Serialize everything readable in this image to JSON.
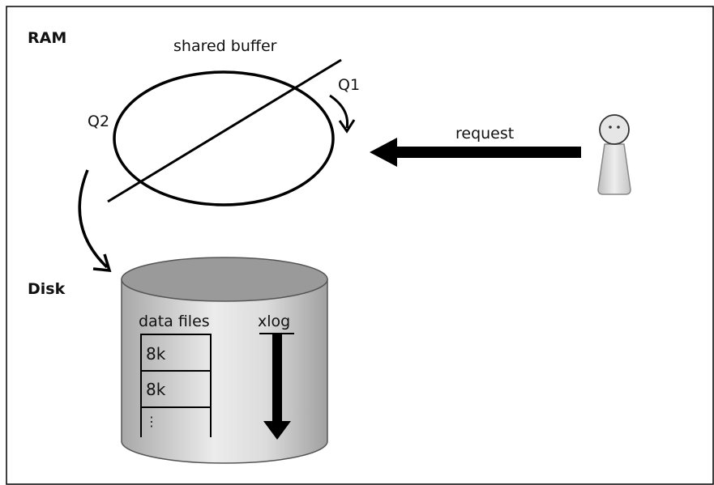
{
  "regions": {
    "ram_label": "RAM",
    "disk_label": "Disk"
  },
  "buffer": {
    "label": "shared buffer",
    "q1_label": "Q1",
    "q2_label": "Q2"
  },
  "request": {
    "label": "request"
  },
  "disk": {
    "data_files_label": "data files",
    "pages": [
      "8k",
      "8k",
      "⋮"
    ],
    "xlog_label": "xlog"
  },
  "colors": {
    "stroke": "#000000",
    "cylinder_top": "#9a9a9a",
    "cylinder_body_dark": "#a8a8a8",
    "cylinder_body_light": "#e6e6e6",
    "person_fill": "#d9d9d9"
  },
  "icons": {
    "client": "person-icon"
  }
}
